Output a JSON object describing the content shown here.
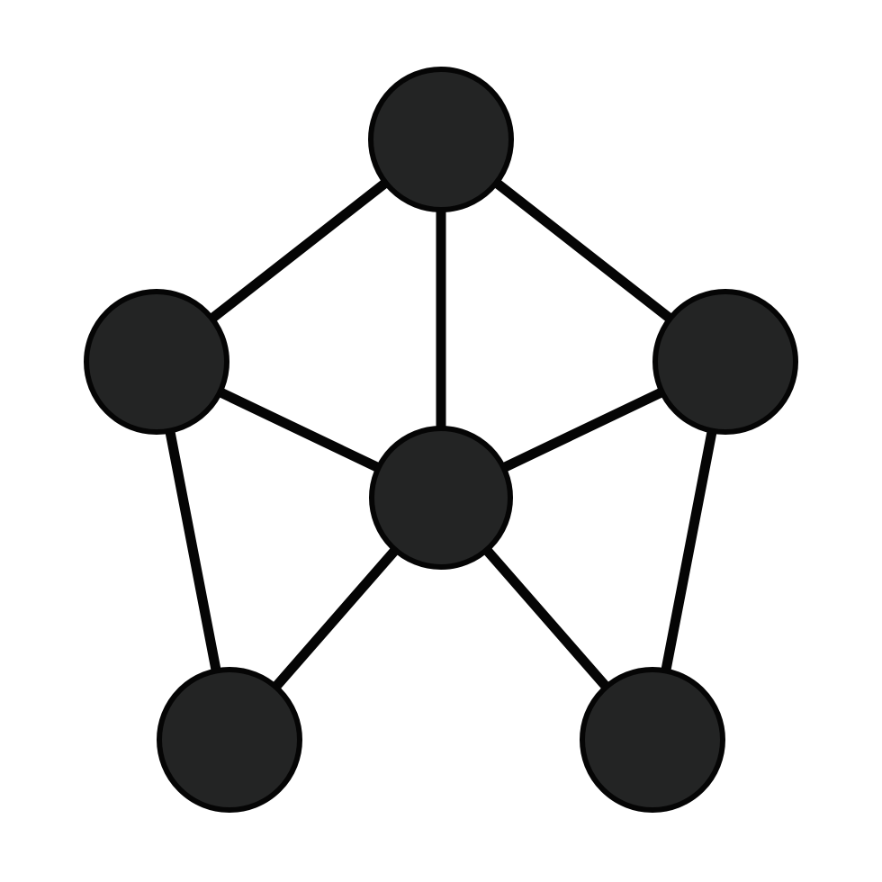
{
  "icon": {
    "name": "network-icon",
    "node_fill": "#232424",
    "outline": "#050505",
    "background": "#ffffff"
  },
  "nodes": [
    {
      "id": "top"
    },
    {
      "id": "left"
    },
    {
      "id": "right"
    },
    {
      "id": "center"
    },
    {
      "id": "bottom-left"
    },
    {
      "id": "bottom-right"
    }
  ],
  "edges": [
    {
      "from": "top",
      "to": "left"
    },
    {
      "from": "top",
      "to": "right"
    },
    {
      "from": "top",
      "to": "center"
    },
    {
      "from": "left",
      "to": "center"
    },
    {
      "from": "right",
      "to": "center"
    },
    {
      "from": "left",
      "to": "bottom-left"
    },
    {
      "from": "right",
      "to": "bottom-right"
    },
    {
      "from": "center",
      "to": "bottom-left"
    },
    {
      "from": "center",
      "to": "bottom-right"
    }
  ]
}
